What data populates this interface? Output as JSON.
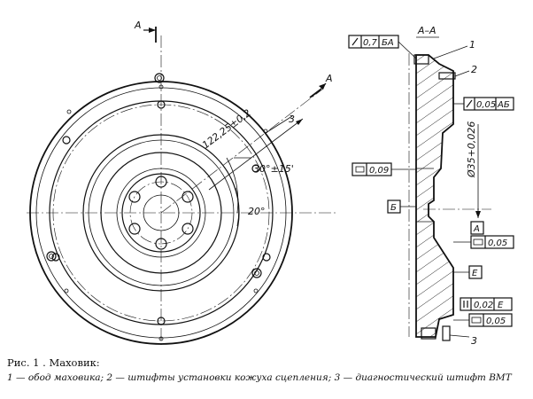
{
  "caption": {
    "title": "Рис. 1 . Маховик:",
    "legend": "1 — обод маховика; 2 — штифты установки кожуха сцепления; 3 — диагностический штифт ВМТ"
  },
  "front_view": {
    "section_letter_top": "A",
    "section_letter_right": "A",
    "dim_radius": "122,25±0,2",
    "dim_angle_main": "30°±15'",
    "dim_angle_small": "20°",
    "callout_3": "3"
  },
  "section_view": {
    "title": "A–A",
    "callout_1": "1",
    "callout_2": "2",
    "callout_3": "3",
    "tol_runout_AB": "0,7",
    "tol_runout_AB_datum": "БА",
    "tol_runout_05": "0,05",
    "tol_runout_05_datum": "АБ",
    "dim_diameter": "Ø35+0,026",
    "tol_flat_009": "0,09",
    "datum_B": "Б",
    "datum_A": "А",
    "tol_flat_005a": "0,05",
    "datum_E": "Е",
    "tol_parallel": "0,02",
    "tol_parallel_datum": "Е",
    "tol_flat_005b": "0,05"
  },
  "colors": {
    "ink": "#111111",
    "background": "#ffffff"
  }
}
